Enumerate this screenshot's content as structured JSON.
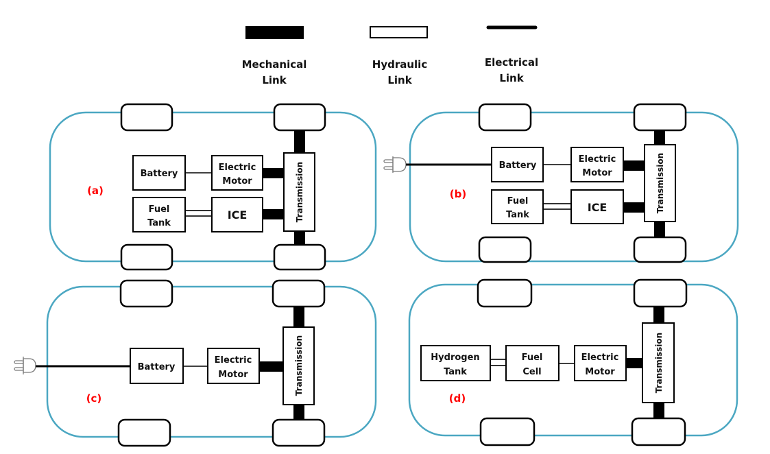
{
  "legend": [
    {
      "type": "mechanical",
      "line1": "Mechanical",
      "line2": "Link"
    },
    {
      "type": "hydraulic",
      "line1": "Hydraulic",
      "line2": "Link"
    },
    {
      "type": "electrical",
      "line1": "Electrical",
      "line2": "Link"
    }
  ],
  "colors": {
    "car_outline": "#4ba7c2",
    "panel_label": "#ff0000",
    "link": "#000000"
  },
  "panels": [
    {
      "id": "a",
      "label": "(a)",
      "plug": false,
      "components": {
        "battery": {
          "line1": "Battery",
          "line2": ""
        },
        "electric_motor": {
          "line1": "Electric",
          "line2": "Motor"
        },
        "fuel_tank": {
          "line1": "Fuel",
          "line2": "Tank"
        },
        "ice": {
          "line1": "ICE",
          "line2": ""
        },
        "transmission": {
          "line1": "Transmission"
        }
      }
    },
    {
      "id": "b",
      "label": "(b)",
      "plug": true,
      "components": {
        "battery": {
          "line1": "Battery",
          "line2": ""
        },
        "electric_motor": {
          "line1": "Electric",
          "line2": "Motor"
        },
        "fuel_tank": {
          "line1": "Fuel",
          "line2": "Tank"
        },
        "ice": {
          "line1": "ICE",
          "line2": ""
        },
        "transmission": {
          "line1": "Transmission"
        }
      }
    },
    {
      "id": "c",
      "label": "(c)",
      "plug": true,
      "components": {
        "battery": {
          "line1": "Battery",
          "line2": ""
        },
        "electric_motor": {
          "line1": "Electric",
          "line2": "Motor"
        },
        "transmission": {
          "line1": "Transmission"
        }
      }
    },
    {
      "id": "d",
      "label": "(d)",
      "plug": false,
      "components": {
        "hydrogen_tank": {
          "line1": "Hydrogen",
          "line2": "Tank"
        },
        "fuel_cell": {
          "line1": "Fuel",
          "line2": "Cell"
        },
        "electric_motor": {
          "line1": "Electric",
          "line2": "Motor"
        },
        "transmission": {
          "line1": "Transmission"
        }
      }
    }
  ]
}
